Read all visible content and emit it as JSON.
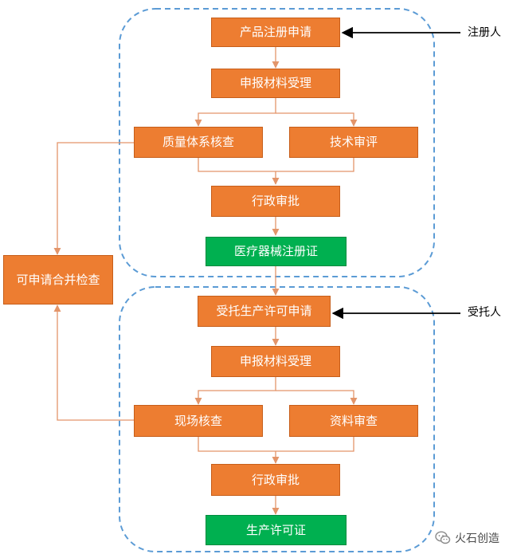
{
  "colors": {
    "box_orange": "#ED7D31",
    "box_green": "#00B050",
    "connector": "#E3956A",
    "group_border": "#5B9BD5",
    "arrow": "#000000"
  },
  "section_top": {
    "side_label": "注册人",
    "steps": {
      "apply": "产品注册申请",
      "accept": "申报材料受理",
      "qms_check": "质量体系核查",
      "tech_review": "技术审评",
      "admin_approve": "行政审批",
      "certificate": "医疗器械注册证"
    }
  },
  "section_bottom": {
    "side_label": "受托人",
    "steps": {
      "apply": "受托生产许可申请",
      "accept": "申报材料受理",
      "onsite_check": "现场核查",
      "doc_review": "资料审查",
      "admin_approve": "行政审批",
      "certificate": "生产许可证"
    }
  },
  "merge_box": "可申请合并检查",
  "watermark": {
    "text": "火石创造",
    "icon": "wechat-icon"
  }
}
